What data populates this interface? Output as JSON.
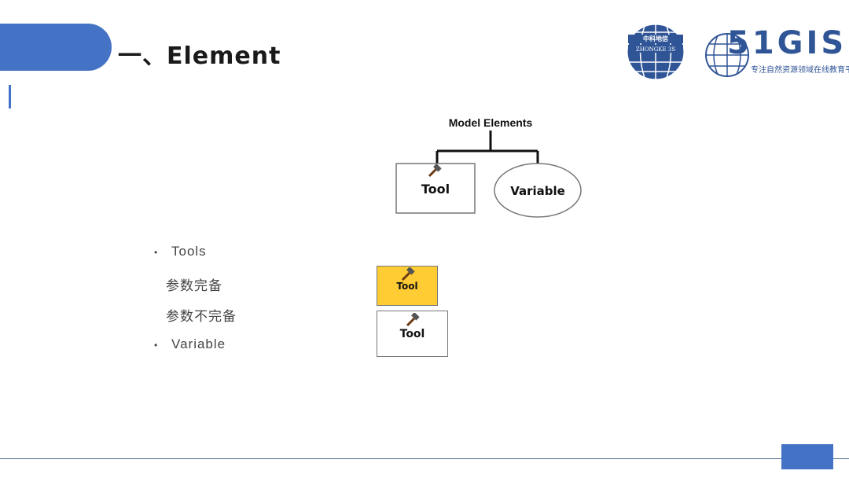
{
  "header": {
    "title": "一、Element"
  },
  "logos": {
    "zhongke_cn": "中科地信",
    "zhongke_en": "ZHONGKE 3S",
    "gis_brand": "51GIS",
    "gis_slogan": "专注自然资源领域在线教育平台"
  },
  "diagram": {
    "root_label": "Model Elements",
    "tool_label": "Tool",
    "variable_label": "Variable"
  },
  "bullets": {
    "tools": "Tools",
    "complete": "参数完备",
    "incomplete": "参数不完备",
    "variable": "Variable"
  },
  "tool_states": {
    "ready_label": "Tool",
    "not_ready_label": "Tool",
    "ready_color": "#ffcc33"
  },
  "icons": {
    "tool_icon": "hammer-icon"
  }
}
